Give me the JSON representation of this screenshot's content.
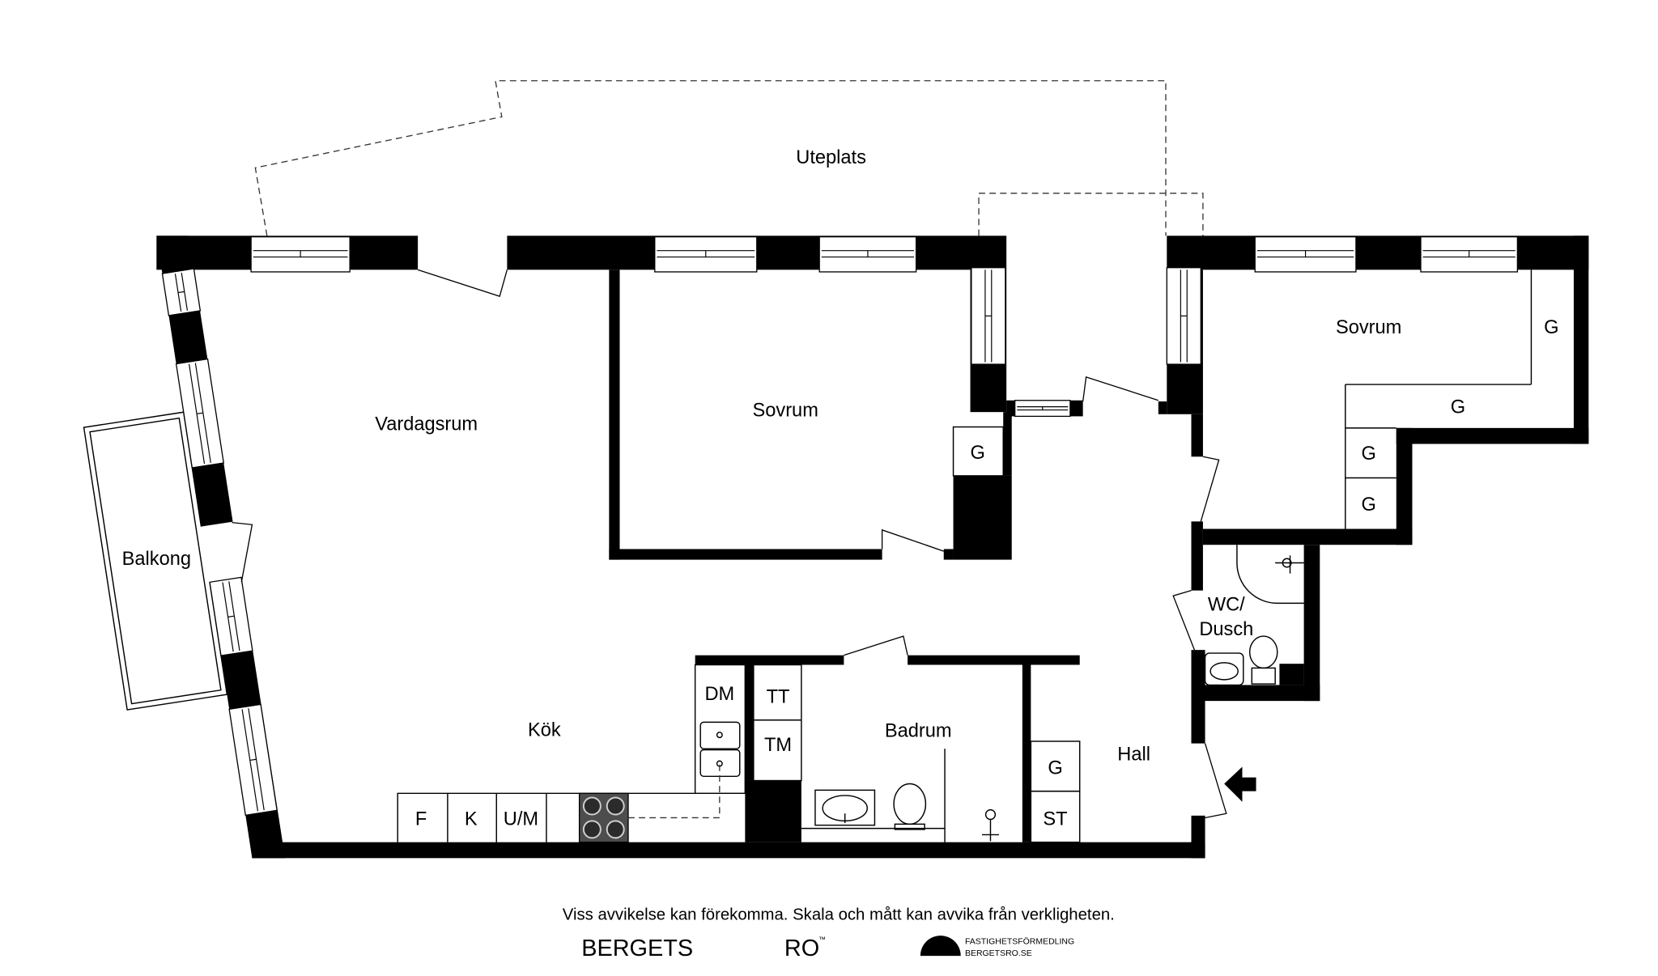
{
  "plan": {
    "rooms": {
      "uteplats": "Uteplats",
      "vardagsrum": "Vardagsrum",
      "sovrum_middle": "Sovrum",
      "sovrum_right": "Sovrum",
      "balkong": "Balkong",
      "kok": "Kök",
      "badrum": "Badrum",
      "hall": "Hall",
      "wc_line1": "WC/",
      "wc_line2": "Dusch"
    },
    "storage": {
      "closet": "G"
    },
    "fixtures": {
      "dm": "DM",
      "tt": "TT",
      "tm": "TM",
      "f": "F",
      "k": "K",
      "um": "U/M",
      "st": "ST"
    }
  },
  "footer": {
    "disclaimer": "Viss avvikelse kan förekomma. Skala och mått kan avvika från verkligheten."
  },
  "brand": {
    "word1": "BERGETS",
    "word2": "RO",
    "trademark": "™",
    "tagline": "FASTIGHETSFÖRMEDLING",
    "website": "BERGETSRO.SE"
  },
  "colors": {
    "wall": "#000000",
    "background": "#ffffff",
    "stove_top": "#4d4d4d"
  },
  "icons": {
    "entrance": "entrance-arrow-icon",
    "shower": "shower-head-icon",
    "logo": "dome-logo-icon"
  }
}
